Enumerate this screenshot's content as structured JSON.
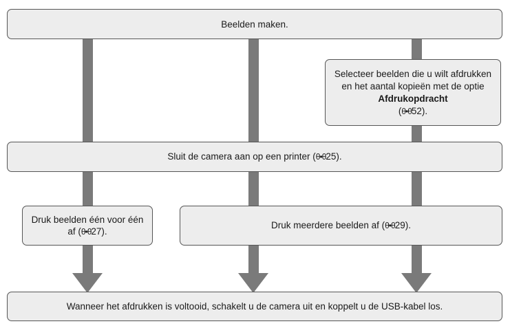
{
  "boxes": {
    "capture": "Beelden maken.",
    "select_pre": "Selecteer beelden die u wilt afdrukken en het aantal kopieën met de optie ",
    "select_bold": "Afdrukopdracht",
    "select_ref": "52",
    "connect_pre": "Sluit de camera aan op een printer (",
    "connect_ref": "25",
    "single_pre": "Druk beelden één voor één af (",
    "single_ref": "27",
    "multi_pre": "Druk meerdere beelden af (",
    "multi_ref": "29",
    "finish": "Wanneer het afdrukken is voltooid, schakelt u de camera uit en koppelt u de USB-kabel los."
  },
  "ref_icon": "reference-book-icon",
  "colors": {
    "box_fill": "#ededed",
    "box_border": "#555555",
    "arrow": "#7a7a7a"
  }
}
